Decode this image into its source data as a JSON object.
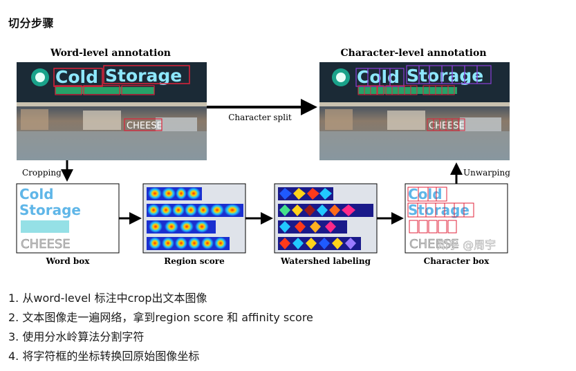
{
  "heading": "切分步骤",
  "figure": {
    "word_level_title": "Word-level annotation",
    "char_level_title": "Character-level annotation",
    "sign_word1": "Cold",
    "sign_word2": "Storage",
    "cheese_label": "CHEESE",
    "arrow_character_split": "Character split",
    "arrow_cropping": "Cropping",
    "arrow_unwarping": "Unwarping",
    "panels": {
      "word_box": "Word box",
      "region_score": "Region score",
      "watershed": "Watershed labeling",
      "character_box": "Character box"
    },
    "watermark": "知乎 @周宇"
  },
  "steps": [
    "1. 从word-level 标注中crop出文本图像",
    "2. 文本图像走一遍网络，拿到region score 和 affinity score",
    "3. 使用分水岭算法分割字符",
    "4. 将字符框的坐标转换回原始图像坐标"
  ]
}
